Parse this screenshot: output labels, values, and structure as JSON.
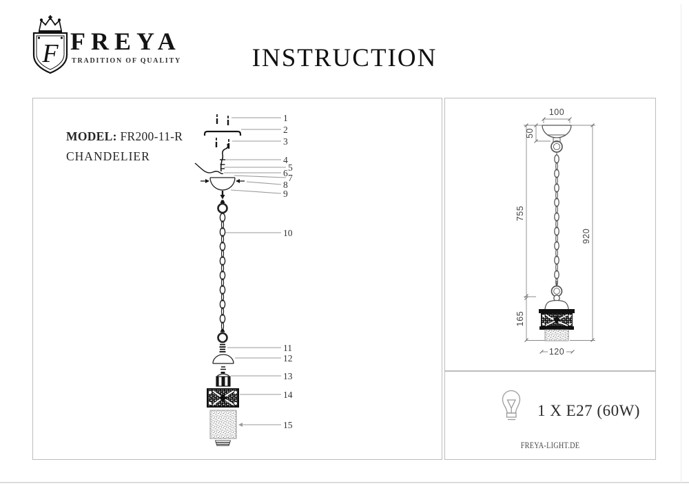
{
  "header": {
    "brand": "FREYA",
    "tagline": "TRADITION OF QUALITY",
    "title": "INSTRUCTION"
  },
  "model": {
    "label": "MODEL:",
    "value": "FR200-11-R",
    "type": "CHANDELIER"
  },
  "exploded": {
    "part_labels": [
      "1",
      "2",
      "3",
      "4",
      "5",
      "6",
      "7",
      "8",
      "9",
      "10",
      "11",
      "12",
      "13",
      "14",
      "15"
    ]
  },
  "dimensions": {
    "canopy_width": "100",
    "canopy_height": "50",
    "chain_length": "755",
    "total_height": "920",
    "lamp_height": "165",
    "shade_width": "120"
  },
  "info": {
    "bulb_spec": "1 X E27 (60W)",
    "website": "FREYA-LIGHT.DE"
  },
  "colors": {
    "line": "#1a1a1a",
    "leader": "#9a9a9a",
    "dim_line": "#777777",
    "border": "#bcbcbc"
  }
}
